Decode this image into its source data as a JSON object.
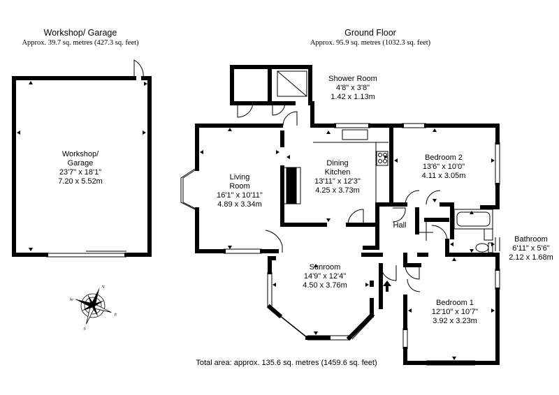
{
  "workshop": {
    "heading": "Workshop/ Garage",
    "area": "Approx. 39.7 sq. metres (427.3 sq. feet)"
  },
  "ground_floor": {
    "heading": "Ground Floor",
    "area": "Approx. 95.9 sq. metres (1032.3 sq. feet)"
  },
  "rooms": {
    "workshop_garage": {
      "name1": "Workshop/",
      "name2": "Garage",
      "imperial": "23'7\" x 18'1\"",
      "metric": "7.20 x 5.52m"
    },
    "shower_room": {
      "name": "Shower Room",
      "imperial": "4'8\" x 3'8\"",
      "metric": "1.42 x 1.13m"
    },
    "living_room": {
      "name1": "Living",
      "name2": "Room",
      "imperial": "16'1\" x 10'11\"",
      "metric": "4.89 x 3.34m"
    },
    "dining_kitchen": {
      "name1": "Dining",
      "name2": "Kitchen",
      "imperial": "13'11\" x 12'3\"",
      "metric": "4.25 x 3.73m"
    },
    "bedroom_2": {
      "name": "Bedroom 2",
      "imperial": "13'6\" x 10'0\"",
      "metric": "4.11 x 3.05m"
    },
    "hall": {
      "name": "Hall"
    },
    "bathroom": {
      "name": "Bathroom",
      "imperial": "6'11\" x 5'6\"",
      "metric": "2.12 x 1.68m"
    },
    "sunroom": {
      "name": "Sunroom",
      "imperial": "14'9\" x 12'4\"",
      "metric": "4.50 x 3.76m"
    },
    "bedroom_1": {
      "name": "Bedroom 1",
      "imperial": "12'10\" x 10'7\"",
      "metric": "3.92 x 3.23m"
    }
  },
  "compass": {
    "icon": "compass-rose-icon",
    "n": "N",
    "s": "S",
    "e": "E",
    "w": "W"
  },
  "entrance_icon": "entrance-arrow-icon",
  "total_area": "Total area: approx. 135.6 sq. metres (1459.6 sq. feet)",
  "colors": {
    "wall": "#000000",
    "fixture": "#555555",
    "background": "#ffffff"
  }
}
